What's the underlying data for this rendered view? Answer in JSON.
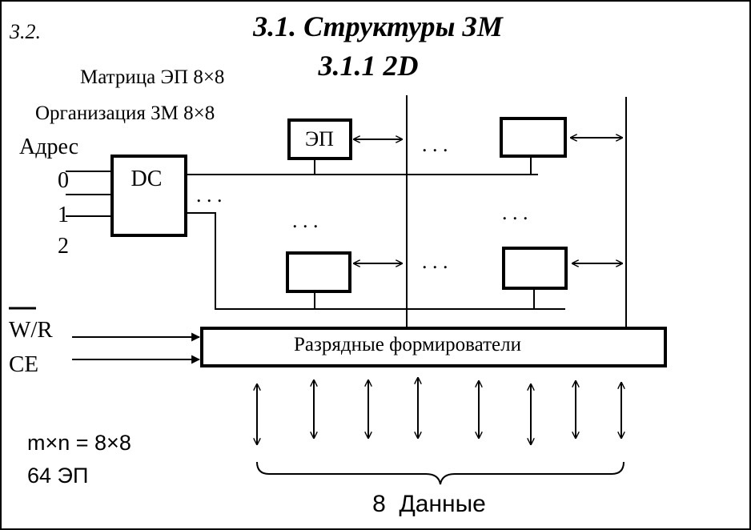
{
  "slide": {
    "number": "3.2.",
    "title": "3.1. Структуры ЗМ",
    "subtitle": "3.1.1 2D"
  },
  "notes": {
    "matrix": "Матрица ЭП 8×8",
    "organization": "Организация ЗМ 8×8",
    "address_label": "Адрес",
    "address_bits": [
      "0",
      "1",
      "2"
    ],
    "formula": "m×n = 8×8",
    "count": "64 ЭП"
  },
  "decoder": {
    "label": "DC"
  },
  "memory_cell": {
    "label": "ЭП"
  },
  "ellipsis": ". . .",
  "control": {
    "write_read": "W/R",
    "chip_enable": "CE"
  },
  "bus_drivers": {
    "label": "Разрядные формирователи"
  },
  "data": {
    "label": "8  Данные",
    "lines": 8
  },
  "colors": {
    "stroke": "#000000",
    "background": "#ffffff"
  },
  "icons": [
    "double-arrow-icon",
    "right-arrow-icon"
  ]
}
